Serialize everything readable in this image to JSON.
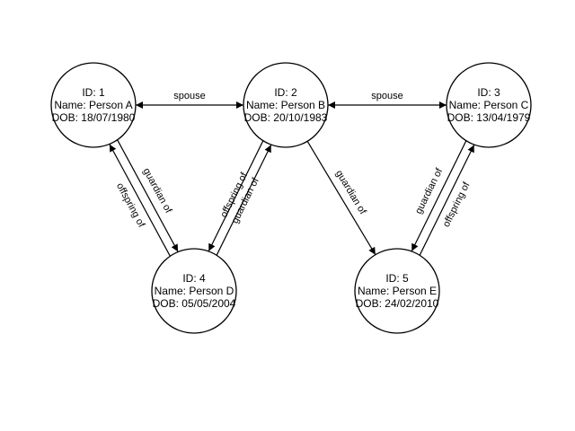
{
  "diagram": {
    "nodes": [
      {
        "id": "1",
        "lines": [
          "ID: 1",
          "Name: Person A",
          "DOB: 18/07/1980"
        ]
      },
      {
        "id": "2",
        "lines": [
          "ID: 2",
          "Name: Person B",
          "DOB: 20/10/1983"
        ]
      },
      {
        "id": "3",
        "lines": [
          "ID: 3",
          "Name: Person C",
          "DOB: 13/04/1979"
        ]
      },
      {
        "id": "4",
        "lines": [
          "ID: 4",
          "Name: Person D",
          "DOB: 05/05/2004"
        ]
      },
      {
        "id": "5",
        "lines": [
          "ID: 5",
          "Name: Person E",
          "DOB: 24/02/2010"
        ]
      }
    ],
    "edges": [
      {
        "from": "1",
        "to": "2",
        "label": "spouse",
        "bidirectional": true
      },
      {
        "from": "2",
        "to": "3",
        "label": "spouse",
        "bidirectional": true
      },
      {
        "from": "1",
        "to": "4",
        "label": "guardian of",
        "bidirectional": false
      },
      {
        "from": "4",
        "to": "1",
        "label": "offspring of",
        "bidirectional": false
      },
      {
        "from": "4",
        "to": "2",
        "label": "offspring of",
        "bidirectional": false
      },
      {
        "from": "2",
        "to": "4",
        "label": "guardian of",
        "bidirectional": false
      },
      {
        "from": "2",
        "to": "5",
        "label": "guardian of",
        "bidirectional": false
      },
      {
        "from": "3",
        "to": "5",
        "label": "guardian of",
        "bidirectional": false
      },
      {
        "from": "5",
        "to": "3",
        "label": "offspring of",
        "bidirectional": false
      }
    ]
  }
}
